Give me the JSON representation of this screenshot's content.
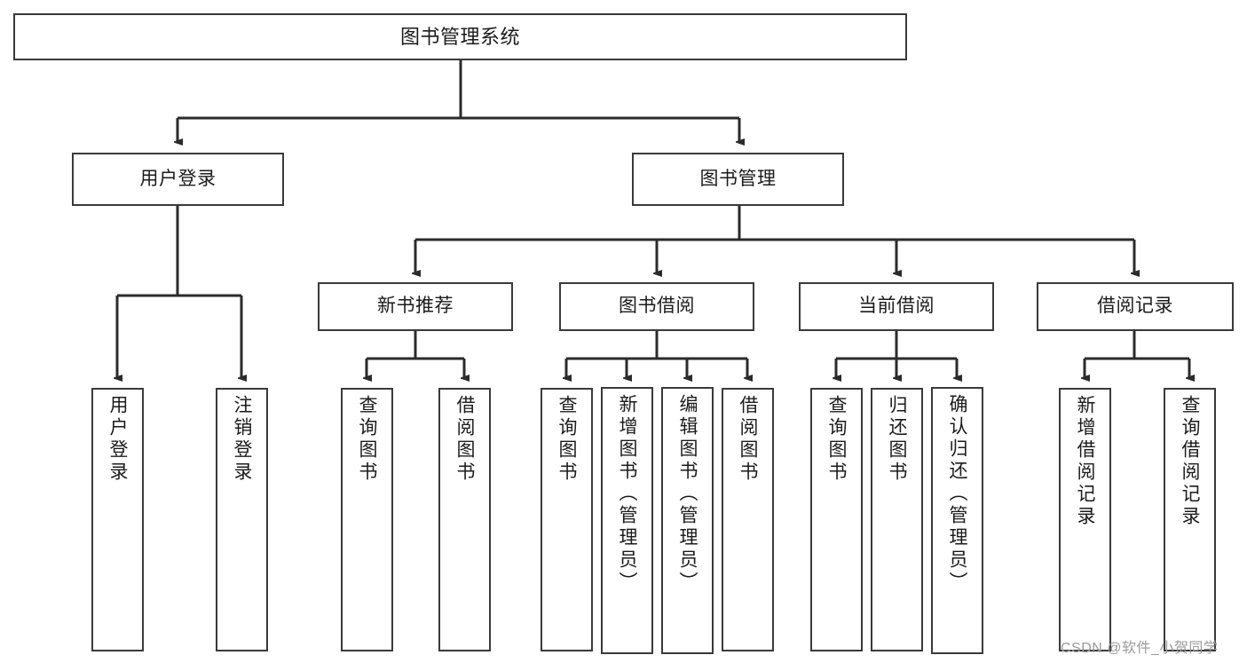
{
  "diagram": {
    "type": "tree",
    "title": "图书管理系统",
    "orientation": "top-down",
    "root": {
      "id": "root",
      "label": "图书管理系统"
    },
    "nodes": {
      "root": {
        "label": "图书管理系统"
      },
      "user_login": {
        "label": "用户登录"
      },
      "book_manage": {
        "label": "图书管理"
      },
      "new_book_rec": {
        "label": "新书推荐"
      },
      "book_borrow": {
        "label": "图书借阅"
      },
      "current_borrow": {
        "label": "当前借阅"
      },
      "borrow_record": {
        "label": "借阅记录"
      },
      "leaf_user_login": {
        "label": "用户登录"
      },
      "leaf_logout": {
        "label": "注销登录"
      },
      "leaf_query_book_1": {
        "label": "查询图书"
      },
      "leaf_borrow_book_1": {
        "label": "借阅图书"
      },
      "leaf_query_book_2": {
        "label": "查询图书"
      },
      "leaf_add_book": {
        "label": "新增图书（管理员）"
      },
      "leaf_edit_book": {
        "label": "编辑图书（管理员）"
      },
      "leaf_borrow_book_2": {
        "label": "借阅图书"
      },
      "leaf_query_book_3": {
        "label": "查询图书"
      },
      "leaf_return_book": {
        "label": "归还图书"
      },
      "leaf_confirm_return": {
        "label": "确认归还（管理员）"
      },
      "leaf_add_record": {
        "label": "新增借阅记录"
      },
      "leaf_query_record": {
        "label": "查询借阅记录"
      }
    },
    "edges": [
      {
        "from": "root",
        "to": "user_login"
      },
      {
        "from": "root",
        "to": "book_manage"
      },
      {
        "from": "user_login",
        "to": "leaf_user_login"
      },
      {
        "from": "user_login",
        "to": "leaf_logout"
      },
      {
        "from": "book_manage",
        "to": "new_book_rec"
      },
      {
        "from": "book_manage",
        "to": "book_borrow"
      },
      {
        "from": "book_manage",
        "to": "current_borrow"
      },
      {
        "from": "book_manage",
        "to": "borrow_record"
      },
      {
        "from": "new_book_rec",
        "to": "leaf_query_book_1"
      },
      {
        "from": "new_book_rec",
        "to": "leaf_borrow_book_1"
      },
      {
        "from": "book_borrow",
        "to": "leaf_query_book_2"
      },
      {
        "from": "book_borrow",
        "to": "leaf_add_book"
      },
      {
        "from": "book_borrow",
        "to": "leaf_edit_book"
      },
      {
        "from": "book_borrow",
        "to": "leaf_borrow_book_2"
      },
      {
        "from": "current_borrow",
        "to": "leaf_query_book_3"
      },
      {
        "from": "current_borrow",
        "to": "leaf_return_book"
      },
      {
        "from": "current_borrow",
        "to": "leaf_confirm_return"
      },
      {
        "from": "borrow_record",
        "to": "leaf_add_record"
      },
      {
        "from": "borrow_record",
        "to": "leaf_query_record"
      }
    ],
    "colors": {
      "box_border": "#3a3a3a",
      "box_fill": "#ffffff",
      "edge": "#2b2b2b",
      "text": "#1b1b1b",
      "watermark": "#9a9a9a"
    }
  },
  "watermark": {
    "text": "CSDN @软件_小贺同学"
  }
}
